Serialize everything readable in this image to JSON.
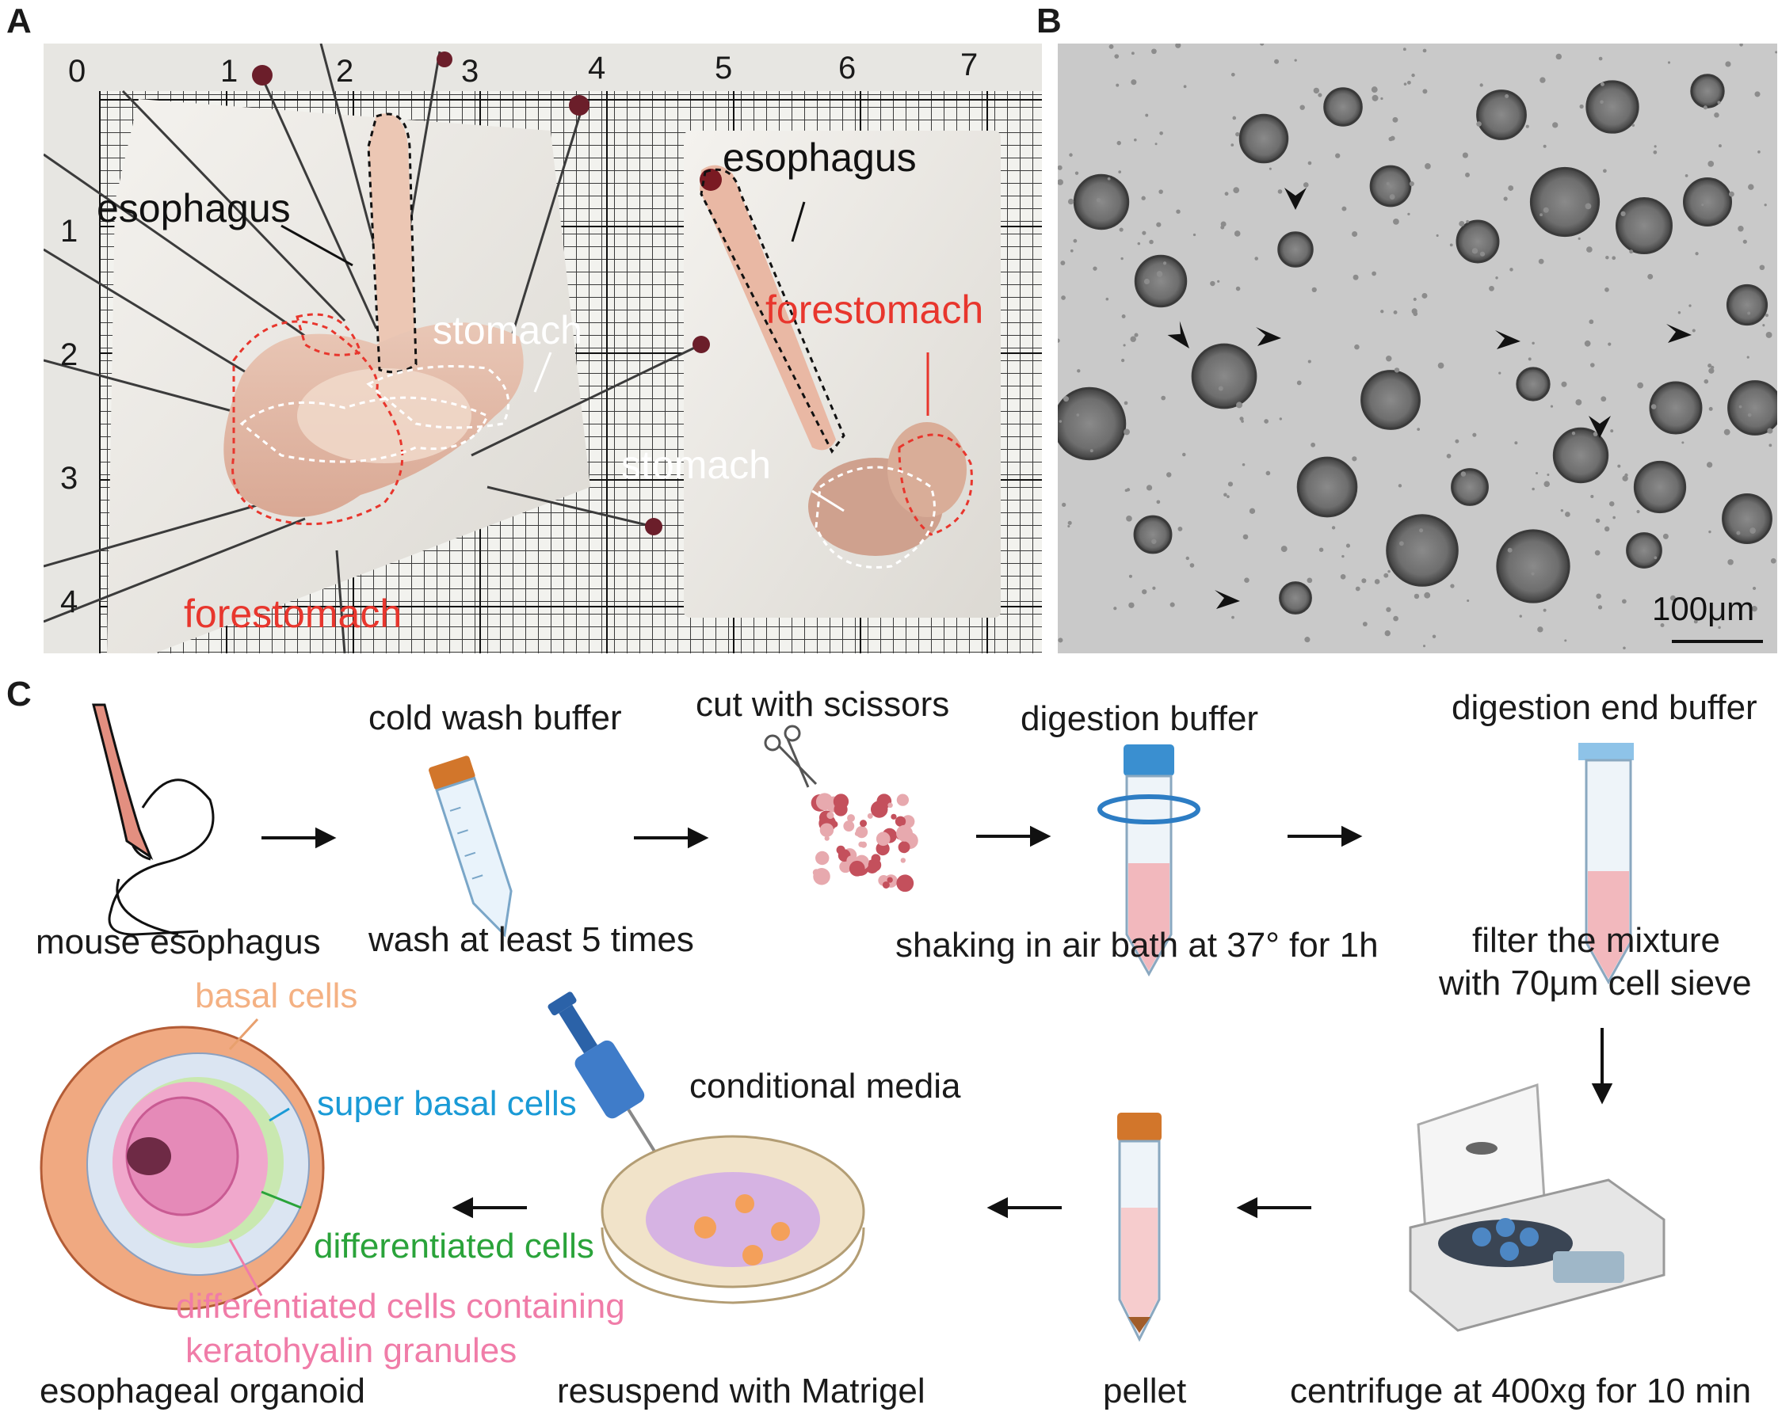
{
  "panels": {
    "a": "A",
    "b": "B",
    "c": "C"
  },
  "panel_a": {
    "ruler_top": [
      "0",
      "1",
      "2",
      "3",
      "4",
      "5",
      "6",
      "7"
    ],
    "ruler_left": [
      "1",
      "2",
      "3",
      "4"
    ],
    "labels": {
      "esophagus_left": "esophagus",
      "stomach_left": "stomach",
      "forestomach_left": "forestomach",
      "esophagus_right": "esophagus",
      "forestomach_right": "forestomach",
      "stomach_right": "stomach"
    },
    "colors": {
      "black_label": "#111111",
      "white_label": "#ffffff",
      "red_label": "#e8362d"
    }
  },
  "panel_b": {
    "scale_bar": "100μm"
  },
  "panel_c": {
    "steps": {
      "mouse_esophagus": "mouse esophagus",
      "cold_wash_buffer": "cold wash buffer",
      "wash_times": "wash at least 5 times",
      "cut_with_scissors": "cut with scissors",
      "digestion_buffer": "digestion buffer",
      "shaking": "shaking in air bath at 37° for 1h",
      "digestion_end_buffer": "digestion end buffer",
      "filter_line1": "filter the mixture",
      "filter_line2": "with 70μm cell sieve",
      "centrifuge": "centrifuge at 400xg for 10 min",
      "pellet": "pellet",
      "conditional_media": "conditional media",
      "resuspend": "resuspend with Matrigel",
      "organoid": "esophageal organoid"
    },
    "organoid_labels": {
      "basal": "basal cells",
      "super_basal": "super basal cells",
      "differentiated": "differentiated cells",
      "keratohyalin_line1": "differentiated cells containing",
      "keratohyalin_line2": "keratohyalin granules"
    },
    "colors": {
      "basal": "#f4b183",
      "super_basal": "#1a9ad6",
      "differentiated": "#2aa33a",
      "keratohyalin": "#f07ca8"
    }
  }
}
